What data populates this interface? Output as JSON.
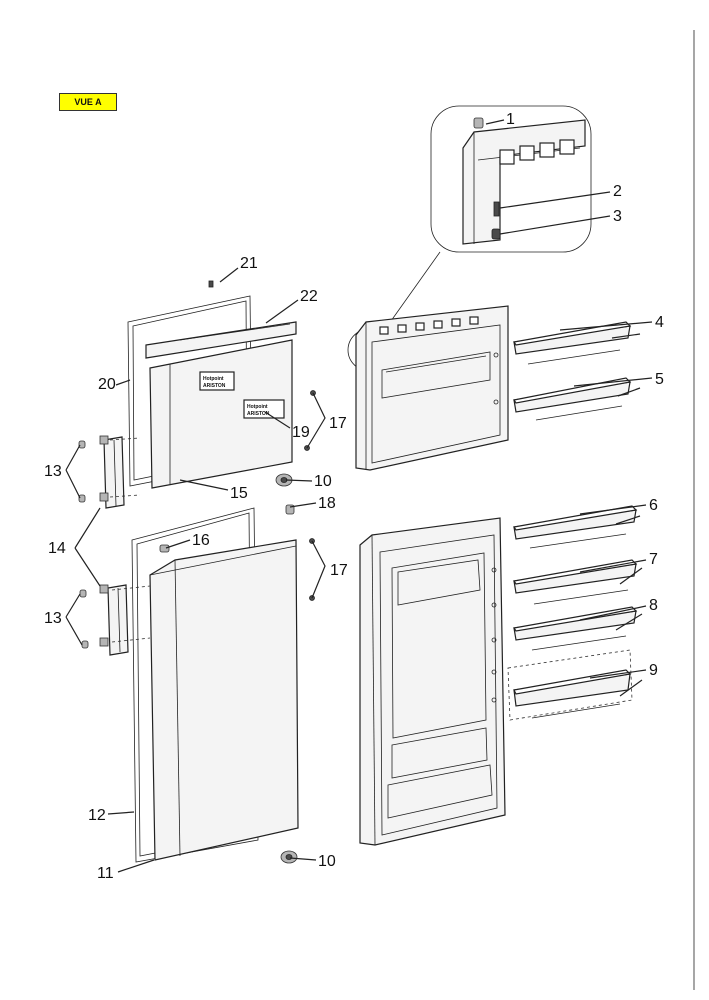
{
  "header": {
    "view_badge": "VUE A"
  },
  "callouts": {
    "c1": "1",
    "c2": "2",
    "c3": "3",
    "c4": "4",
    "c5": "5",
    "c6": "6",
    "c7": "7",
    "c8": "8",
    "c9": "9",
    "c10a": "10",
    "c10b": "10",
    "c11": "11",
    "c12": "12",
    "c13a": "13",
    "c13b": "13",
    "c14": "14",
    "c15": "15",
    "c16": "16",
    "c17a": "17",
    "c17b": "17",
    "c18": "18",
    "c19": "19",
    "c20": "20",
    "c21": "21",
    "c22": "22"
  },
  "brand": {
    "name": "Hotpoint",
    "sub": "ARISTON"
  },
  "colors": {
    "badge": "#ffff00",
    "line": "#222222"
  }
}
